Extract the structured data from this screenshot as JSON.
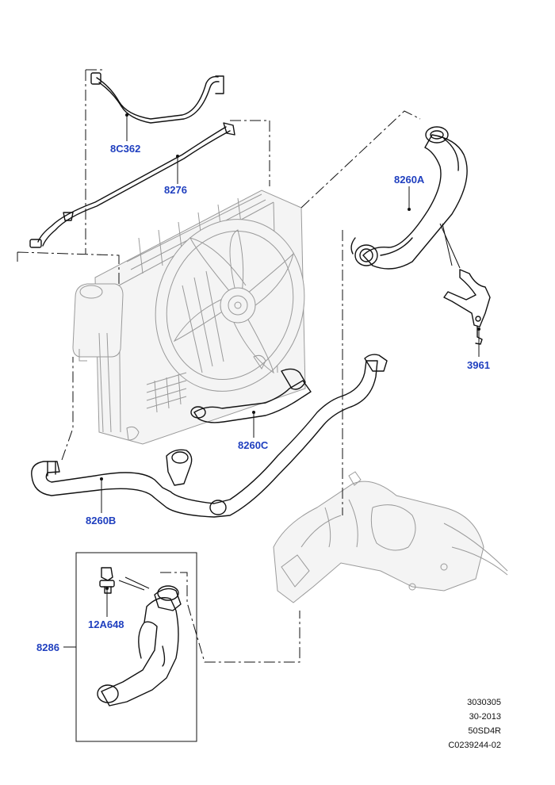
{
  "callouts": {
    "c8C362": "8C362",
    "c8276": "8276",
    "c8260A": "8260A",
    "c3961": "3961",
    "c8260C": "8260C",
    "c8260B": "8260B",
    "c12A648": "12A648",
    "c8286": "8286"
  },
  "stamp": {
    "line1": "3030305",
    "line2": "30-2013",
    "line3": "50SD4R",
    "line4": "C0239244-02"
  },
  "colors": {
    "callout": "#1f3fbf",
    "line": "#111111",
    "ghost": "#9a9a9a",
    "hose_fill": "#ffffff"
  }
}
